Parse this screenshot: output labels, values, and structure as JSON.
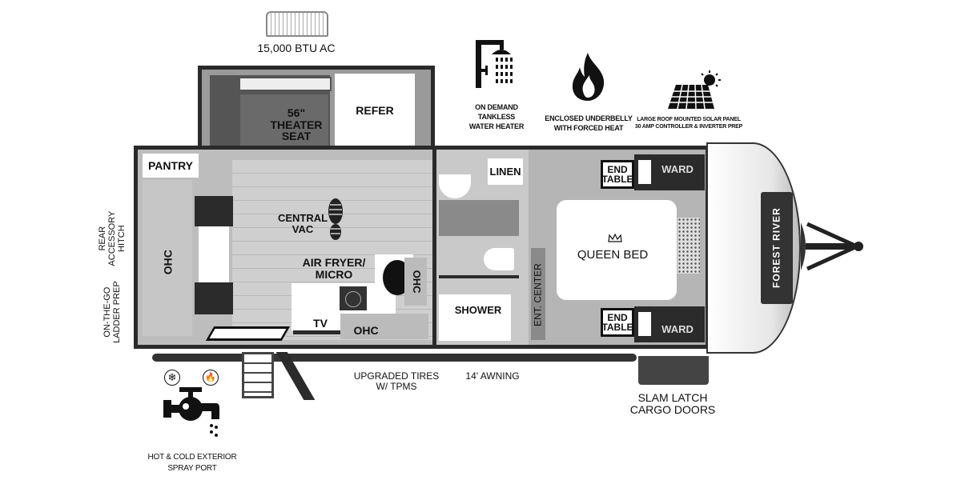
{
  "features": {
    "ac": "15,000 BTU AC",
    "water_heater": "ON DEMAND\nTANKLESS\nWATER HEATER",
    "underbelly": "ENCLOSED UNDERBELLY\nWITH FORCED HEAT",
    "solar": "LARGE ROOF MOUNTED SOLAR PANEL\n30 AMP CONTROLLER & INVERTER PREP",
    "spray_port": "HOT & COLD EXTERIOR\nSPRAY PORT",
    "tires": "UPGRADED TIRES\nW/ TPMS",
    "awning": "14' AWNING",
    "cargo": "SLAM LATCH\nCARGO DOORS",
    "rear_hitch": "REAR\nACCESSORY\nHITCH",
    "ladder": "ON-THE-GO\nLADDER PREP"
  },
  "rooms": {
    "refer": "REFER",
    "theater": "56\"\nTHEATER\nSEAT",
    "pantry": "PANTRY",
    "ohc_rear": "OHC",
    "central_vac": "CENTRAL\nVAC",
    "air_fryer": "AIR FRYER/\nMICRO",
    "ohc_side": "OHC",
    "tv": "TV",
    "ohc_bottom": "OHC",
    "linen": "LINEN",
    "shower": "SHOWER",
    "ent_center": "ENT. CENTER",
    "queen_bed": "QUEEN BED",
    "end_table_top": "END\nTABLE",
    "end_table_bottom": "END\nTABLE",
    "ward_top": "WARD",
    "ward_bottom": "WARD"
  },
  "brand": "FOREST RIVER",
  "icons": [
    "air-conditioner-icon",
    "shower-icon",
    "flame-icon",
    "solar-panel-icon",
    "snowflake-icon",
    "fire-icon",
    "spigot-icon",
    "footprint-icon",
    "crown-icon"
  ]
}
